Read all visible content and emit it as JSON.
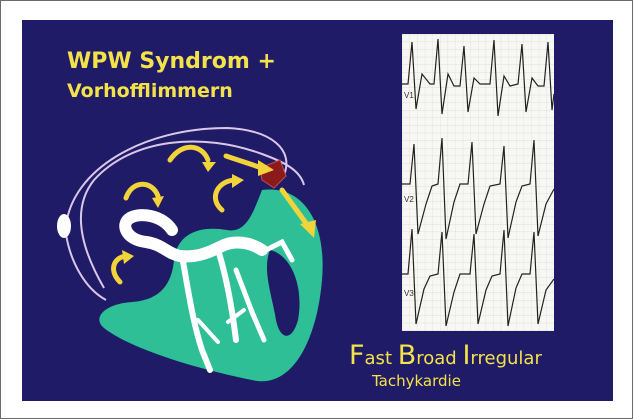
{
  "title": {
    "line1": "WPW Syndrom +",
    "line2": "Vorhofflimmern"
  },
  "caption": {
    "word1_initial": "F",
    "word1_rest": "ast ",
    "word2_initial": "B",
    "word2_rest": "road ",
    "word3_initial": "I",
    "word3_rest": "rregular",
    "subtitle": "Tachykardie"
  },
  "ecg": {
    "leads": [
      "V1",
      "V2",
      "V3"
    ]
  },
  "colors": {
    "background": "#1f1b66",
    "text": "#f4e24a",
    "ventricle": "#2fbf96",
    "conduction": "#ffffff",
    "accessory_pathway": "#8b1a1a",
    "arrows": "#f2d33a"
  }
}
